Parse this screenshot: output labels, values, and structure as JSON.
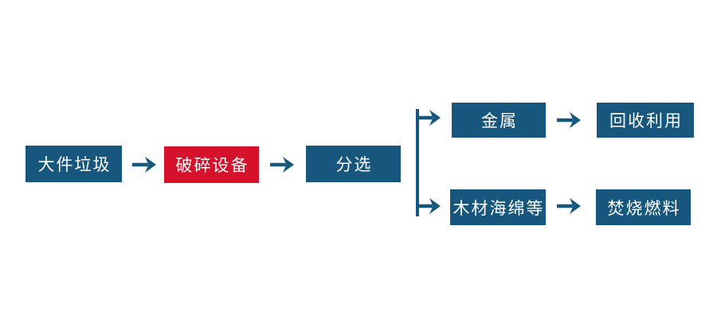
{
  "flowchart": {
    "description": "Bulky waste crushing and sorting process flow diagram",
    "colors": {
      "node_blue": "#17577e",
      "node_red": "#d5112b",
      "arrow_blue": "#17577e",
      "text": "#ffffff",
      "background": "#ffffff"
    },
    "nodes": [
      {
        "id": "bulky-waste",
        "label": "大件垃圾",
        "style": "blue"
      },
      {
        "id": "crushing-equipment",
        "label": "破碎设备",
        "style": "red"
      },
      {
        "id": "sorting",
        "label": "分选",
        "style": "blue"
      },
      {
        "id": "metal",
        "label": "金属",
        "style": "blue"
      },
      {
        "id": "recycling",
        "label": "回收利用",
        "style": "blue"
      },
      {
        "id": "wood-sponge-etc",
        "label": "木材海绵等",
        "style": "blue"
      },
      {
        "id": "incineration-fuel",
        "label": "焚烧燃料",
        "style": "blue"
      }
    ],
    "edges": [
      {
        "from": "大件垃圾",
        "to": "破碎设备"
      },
      {
        "from": "破碎设备",
        "to": "分选"
      },
      {
        "from": "分选",
        "to": "金属"
      },
      {
        "from": "分选",
        "to": "木材海绵等"
      },
      {
        "from": "金属",
        "to": "回收利用"
      },
      {
        "from": "木材海绵等",
        "to": "焚烧燃料"
      }
    ]
  }
}
